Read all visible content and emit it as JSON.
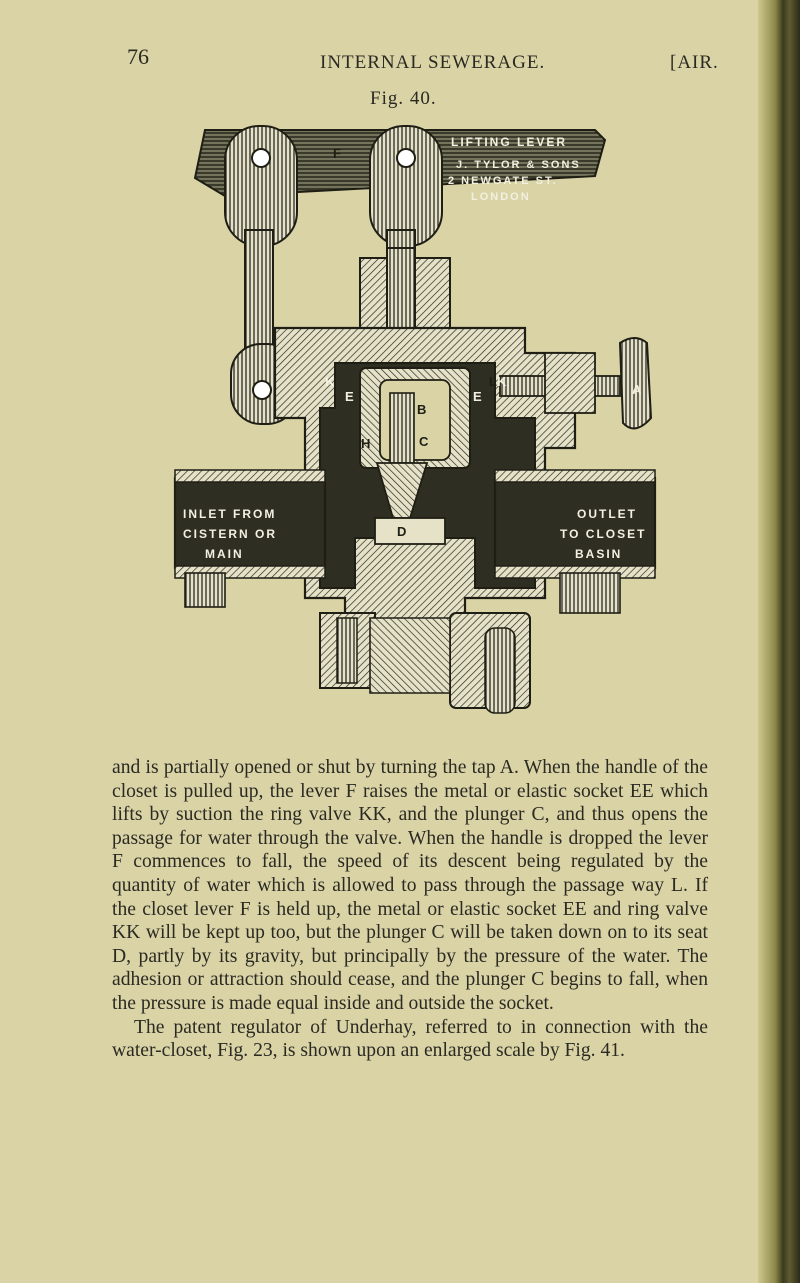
{
  "header": {
    "page_number": "76",
    "title": "INTERNAL SEWERAGE.",
    "section": "[AIR."
  },
  "figure": {
    "caption": "Fig. 40.",
    "label_plate": [
      "LIFTING LEVER",
      "J. TYLOR & SONS",
      "2 NEWGATE ST.",
      "LONDON"
    ],
    "label_inlet": [
      "INLET FROM",
      "CISTERN OR",
      "MAIN"
    ],
    "label_outlet": [
      "OUTLET",
      "TO CLOSET",
      "BASIN"
    ],
    "letters": {
      "f": "F",
      "e1": "E",
      "e2": "E",
      "k1": "K",
      "k2": "K",
      "b": "B",
      "c": "C",
      "h": "H",
      "l": "L",
      "d": "D",
      "a": "A"
    }
  },
  "body": {
    "paragraph_1": "and is partially opened or shut by turning the tap A. When the handle of the closet is pulled up, the lever F raises the metal or elastic socket EE which lifts by suction the ring valve KK, and the plunger C, and thus opens the passage for water through the valve. When the handle is dropped the lever F commences to fall, the speed of its descent being regulated by the quantity of water which is allowed to pass through the passage way L. If the closet lever F is held up, the metal or elastic socket EE and ring valve KK will be kept up too, but the plunger C will be taken down on to its seat D, partly by its gravity, but principally by the pressure of the water. The adhesion or attraction should cease, and the plunger C begins to fall, when the pressure is made equal inside and outside the socket.",
    "paragraph_2": "The patent regulator of Underhay, referred to in connection with the water-closet, Fig. 23, is shown upon an enlarged scale by Fig. 41."
  }
}
